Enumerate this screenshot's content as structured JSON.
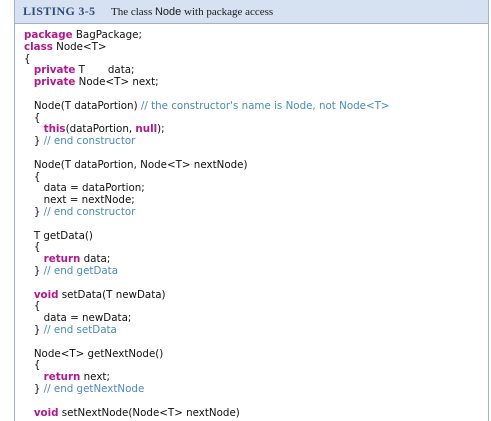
{
  "listing": {
    "number": "LISTING 3-5",
    "caption_pre": "The class ",
    "caption_code": "Node",
    "caption_post": " with package access"
  },
  "code_lines": [
    [
      {
        "t": "package",
        "k": "kw"
      },
      {
        "t": " BagPackage;"
      }
    ],
    [
      {
        "t": "class",
        "k": "kw"
      },
      {
        "t": " Node<T>"
      }
    ],
    [
      {
        "t": "{"
      }
    ],
    [
      {
        "t": "   "
      },
      {
        "t": "private",
        "k": "kw"
      },
      {
        "t": " T       data;"
      }
    ],
    [
      {
        "t": "   "
      },
      {
        "t": "private",
        "k": "kw"
      },
      {
        "t": " Node<T> next;"
      }
    ],
    [
      {
        "t": ""
      }
    ],
    [
      {
        "t": "   Node(T dataPortion) "
      },
      {
        "t": "// the constructor's name is Node, not Node<T>",
        "k": "cm"
      }
    ],
    [
      {
        "t": "   {"
      }
    ],
    [
      {
        "t": "      "
      },
      {
        "t": "this",
        "k": "kw"
      },
      {
        "t": "(dataPortion, "
      },
      {
        "t": "null",
        "k": "kw"
      },
      {
        "t": ");"
      }
    ],
    [
      {
        "t": "   } "
      },
      {
        "t": "// end constructor",
        "k": "cm"
      }
    ],
    [
      {
        "t": ""
      }
    ],
    [
      {
        "t": "   Node(T dataPortion, Node<T> nextNode)"
      }
    ],
    [
      {
        "t": "   {"
      }
    ],
    [
      {
        "t": "      data = dataPortion;"
      }
    ],
    [
      {
        "t": "      next = nextNode;"
      }
    ],
    [
      {
        "t": "   } "
      },
      {
        "t": "// end constructor",
        "k": "cm"
      }
    ],
    [
      {
        "t": ""
      }
    ],
    [
      {
        "t": "   T getData()"
      }
    ],
    [
      {
        "t": "   {"
      }
    ],
    [
      {
        "t": "      "
      },
      {
        "t": "return",
        "k": "kw"
      },
      {
        "t": " data;"
      }
    ],
    [
      {
        "t": "   } "
      },
      {
        "t": "// end getData",
        "k": "cm"
      }
    ],
    [
      {
        "t": ""
      }
    ],
    [
      {
        "t": "   "
      },
      {
        "t": "void",
        "k": "kw"
      },
      {
        "t": " setData(T newData)"
      }
    ],
    [
      {
        "t": "   {"
      }
    ],
    [
      {
        "t": "      data = newData;"
      }
    ],
    [
      {
        "t": "   } "
      },
      {
        "t": "// end setData",
        "k": "cm"
      }
    ],
    [
      {
        "t": ""
      }
    ],
    [
      {
        "t": "   Node<T> getNextNode()"
      }
    ],
    [
      {
        "t": "   {"
      }
    ],
    [
      {
        "t": "      "
      },
      {
        "t": "return",
        "k": "kw"
      },
      {
        "t": " next;"
      }
    ],
    [
      {
        "t": "   } "
      },
      {
        "t": "// end getNextNode",
        "k": "cm"
      }
    ],
    [
      {
        "t": ""
      }
    ],
    [
      {
        "t": "   "
      },
      {
        "t": "void",
        "k": "kw"
      },
      {
        "t": " setNextNode(Node<T> nextNode)"
      }
    ]
  ],
  "colors": {
    "header_bg": "#d6e2f1",
    "listing_number": "#2f4a80",
    "keyword": "#b5178b",
    "comment": "#4a8ac4",
    "border": "#9fb3cc"
  }
}
